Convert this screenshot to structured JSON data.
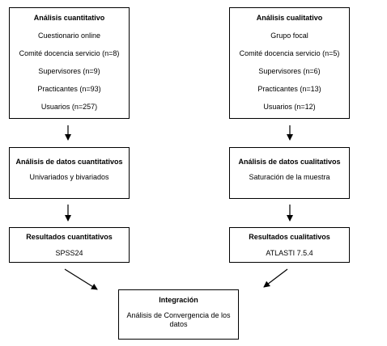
{
  "quantitative": {
    "title": "Análisis cuantitativo",
    "items": [
      "Cuestionario online",
      "Comité docencia servicio (n=8)",
      "Supervisores (n=9)",
      "Practicantes (n=93)",
      "Usuarios (n=257)"
    ]
  },
  "qualitative": {
    "title": "Análisis cualitativo",
    "items": [
      "Grupo focal",
      "Comité docencia servicio (n=5)",
      "Supervisores (n=6)",
      "Practicantes (n=13)",
      "Usuarios (n=12)"
    ]
  },
  "quant_analysis": {
    "title": "Análisis de datos cuantitativos",
    "detail": "Univariados y bivariados"
  },
  "qual_analysis": {
    "title": "Análisis de datos cualitativos",
    "detail": "Saturación de la muestra"
  },
  "quant_results": {
    "title": "Resultados cuantitativos",
    "detail": "SPSS24"
  },
  "qual_results": {
    "title": "Resultados cualitativos",
    "detail": "ATLASTI 7.5.4"
  },
  "integration": {
    "title": "Integración",
    "detail": "Análisis de Convergencia de los datos"
  }
}
